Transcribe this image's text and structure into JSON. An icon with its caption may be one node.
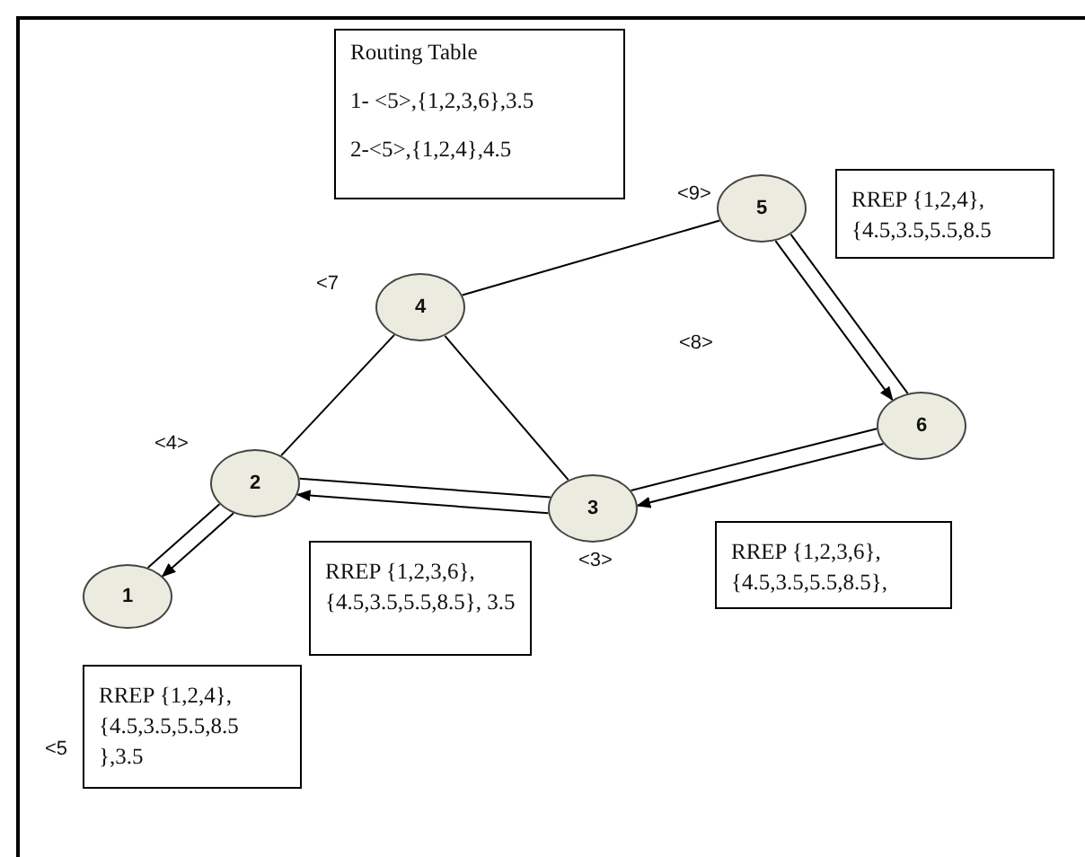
{
  "diagram": {
    "nodes": [
      {
        "text": [
          "1"
        ]
      },
      {
        "text": [
          "2"
        ]
      },
      {
        "text": [
          "3"
        ]
      },
      {
        "text": [
          "4"
        ]
      },
      {
        "text": [
          "5"
        ]
      },
      {
        "text": [
          "6"
        ]
      },
      {
        "text": [
          "Routing Table",
          "1- <5>,{1,2,3,6},3.5",
          "2-<5>,{1,2,4},4.5"
        ]
      },
      {
        "text": [
          "RREP {1,2,4}, {4.5,3.5,5.5,8.5"
        ]
      },
      {
        "text": [
          "RREP {1,2,3,6}, {4.5,3.5,5.5,8.5}, 3.5"
        ]
      },
      {
        "text": [
          "RREP {1,2,3,6}, {4.5,3.5,5.5,8.5},"
        ]
      },
      {
        "text": [
          "RREP {1,2,4}, {4.5,3.5,5.5,8.5 },3.5"
        ]
      }
    ],
    "edges": [
      {
        "from": 3,
        "to": 4,
        "arrow": "none"
      },
      {
        "from": 3,
        "to": 1,
        "arrow": "none"
      },
      {
        "from": 3,
        "to": 2,
        "arrow": "none"
      },
      {
        "from": 4,
        "to": 5,
        "arrow": "none"
      },
      {
        "from": 4,
        "to": 5,
        "arrow": "to"
      },
      {
        "from": 5,
        "to": 2,
        "arrow": "none"
      },
      {
        "from": 5,
        "to": 2,
        "arrow": "to"
      },
      {
        "from": 1,
        "to": 2,
        "arrow": "none"
      },
      {
        "from": 2,
        "to": 1,
        "arrow": "to"
      },
      {
        "from": 1,
        "to": 0,
        "arrow": "none"
      },
      {
        "from": 1,
        "to": 0,
        "arrow": "to"
      }
    ],
    "labels": [
      "<9>",
      "<7",
      "<8>",
      "<4>",
      "<3>",
      "<5"
    ]
  }
}
